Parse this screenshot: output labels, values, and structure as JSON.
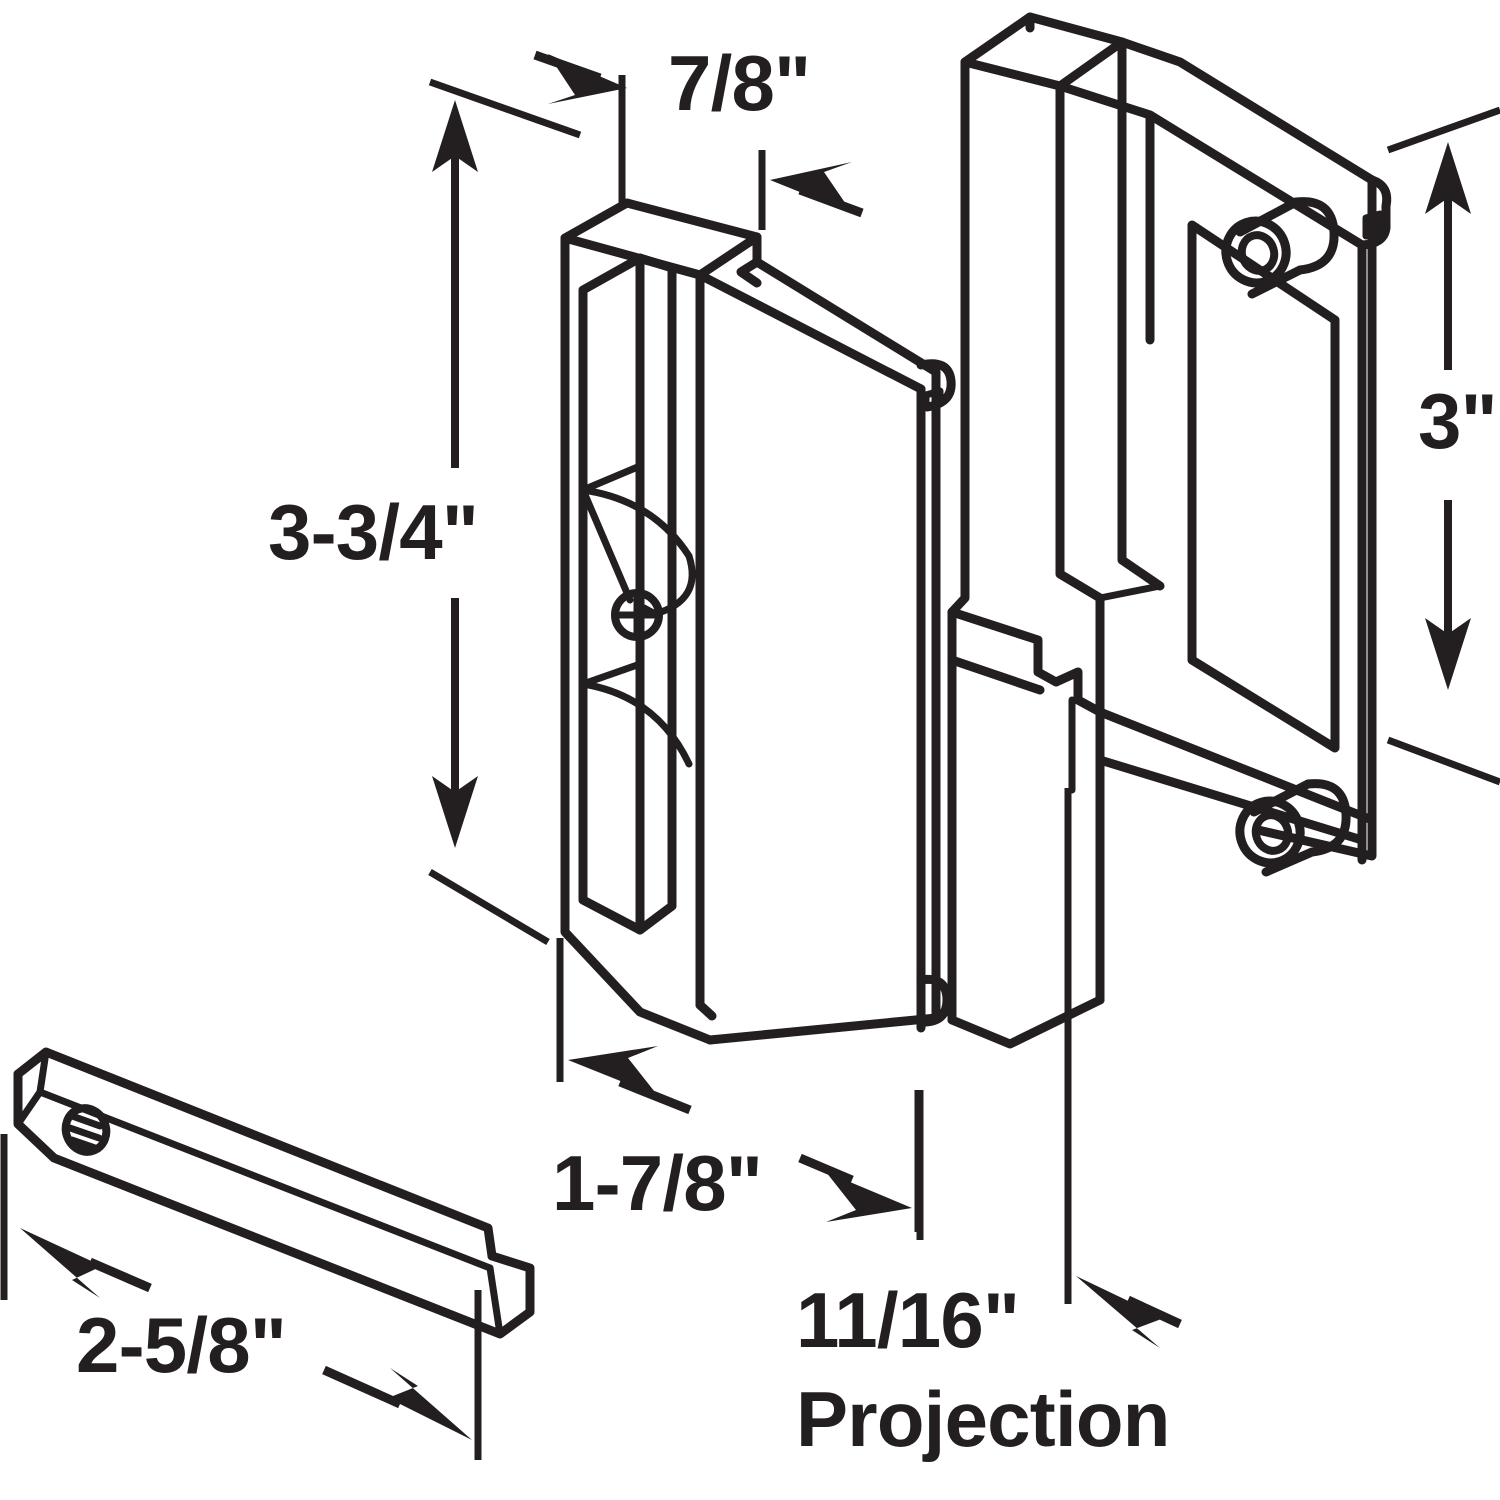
{
  "figure": {
    "title": "Sliding patio door handle set exploded dimension drawing",
    "background_color": "#ffffff",
    "line_color": "#231f20",
    "text_color": "#231f20"
  },
  "dimensions": {
    "width_top": "7/8\"",
    "height_left": "3-3/4\"",
    "height_right": "3\"",
    "depth_bottom": "1-7/8\"",
    "bar_length": "2-5/8\"",
    "projection_value": "11/16\"",
    "projection_label": "Projection"
  },
  "parts": [
    {
      "name": "inside-handle",
      "description": "Inside pull handle with thumb latch and mounting screw"
    },
    {
      "name": "outside-plate",
      "description": "Outside mounting plate with two cylindrical bosses"
    },
    {
      "name": "tie-bar",
      "description": "Flat tie bar with threaded hole"
    }
  ],
  "annotations": [
    {
      "name": "dimension-7-8",
      "value": "7/8\"",
      "orientation": "horizontal"
    },
    {
      "name": "dimension-3-3-4",
      "value": "3-3/4\"",
      "orientation": "vertical"
    },
    {
      "name": "dimension-3",
      "value": "3\"",
      "orientation": "vertical"
    },
    {
      "name": "dimension-1-7-8",
      "value": "1-7/8\"",
      "orientation": "horizontal"
    },
    {
      "name": "dimension-2-5-8",
      "value": "2-5/8\"",
      "orientation": "diagonal"
    },
    {
      "name": "dimension-11-16",
      "value": "11/16\"",
      "orientation": "horizontal"
    }
  ]
}
